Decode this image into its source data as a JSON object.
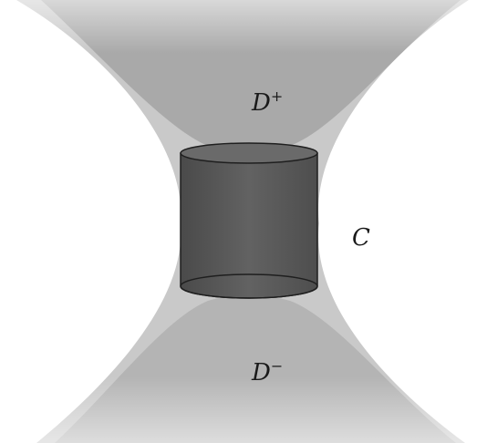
{
  "labels": {
    "future_domain": {
      "base": "D",
      "sup": "+"
    },
    "past_domain": {
      "base": "D",
      "sup": "−"
    },
    "cauchy": "C"
  },
  "colors": {
    "background": "#ffffff",
    "outer_region": "#c9c9c9",
    "domain_fill": "#a8a8a8",
    "cylinder_body": "#5a5a5a",
    "cylinder_edge": "#1f1f1f",
    "cylinder_cap": "#6a6a6a"
  }
}
